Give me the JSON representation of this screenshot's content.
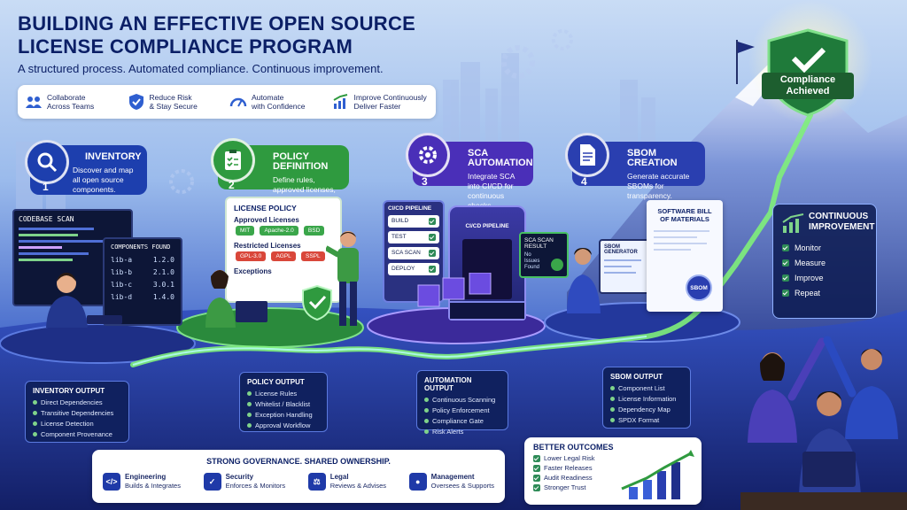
{
  "header": {
    "title": "BUILDING AN EFFECTIVE OPEN SOURCE LICENSE COMPLIANCE PROGRAM",
    "subtitle": "A structured process. Automated compliance. Continuous improvement."
  },
  "pillars": [
    {
      "icon": "team-icon",
      "line1": "Collaborate",
      "line2": "Across Teams"
    },
    {
      "icon": "shield-icon",
      "line1": "Reduce Risk",
      "line2": "& Stay Secure"
    },
    {
      "icon": "gauge-icon",
      "line1": "Automate",
      "line2": "with Confidence"
    },
    {
      "icon": "growth-chart-icon",
      "line1": "Improve Continuously",
      "line2": "Deliver Faster"
    }
  ],
  "steps": [
    {
      "num": "1",
      "title": "INVENTORY",
      "desc": "Discover and map all open source components.",
      "color": "#1d3fae",
      "icon": "magnifier-icon"
    },
    {
      "num": "2",
      "title": "POLICY DEFINITION",
      "desc": "Define rules, approved licenses, and exceptions.",
      "color": "#2f9a3f",
      "icon": "clipboard-icon"
    },
    {
      "num": "3",
      "title": "SCA AUTOMATION",
      "desc": "Integrate SCA into CI/CD for continuous checks.",
      "color": "#4a2fb8",
      "icon": "gear-icon"
    },
    {
      "num": "4",
      "title": "SBOM CREATION",
      "desc": "Generate accurate SBOMs for transparency.",
      "color": "#2a3fb0",
      "icon": "document-icon"
    }
  ],
  "codebase": {
    "title": "CODEBASE SCAN"
  },
  "components": {
    "title": "COMPONENTS FOUND",
    "rows": [
      {
        "name": "lib-a",
        "ver": "1.2.0"
      },
      {
        "name": "lib-b",
        "ver": "2.1.0"
      },
      {
        "name": "lib-c",
        "ver": "3.0.1"
      },
      {
        "name": "lib-d",
        "ver": "1.4.0"
      }
    ]
  },
  "policy_board": {
    "title": "LICENSE POLICY",
    "approved_label": "Approved Licenses",
    "approved": [
      "MIT",
      "Apache-2.0",
      "BSD"
    ],
    "restricted_label": "Restricted Licenses",
    "restricted": [
      "GPL-3.0",
      "AGPL",
      "SSPL"
    ],
    "exceptions_label": "Exceptions"
  },
  "pipeline": {
    "title": "CI/CD PIPELINE",
    "stages": [
      "BUILD",
      "TEST",
      "SCA SCAN",
      "DEPLOY"
    ],
    "machine_label": "CI/CD PIPELINE",
    "scan_title": "SCA SCAN",
    "scan_result": "RESULT",
    "scan_status": "No Issues Found"
  },
  "sbom": {
    "generator_title": "SBOM GENERATOR",
    "scroll_title": "SOFTWARE BILL OF MATERIALS",
    "seal": "SBOM"
  },
  "outputs": [
    {
      "title": "INVENTORY OUTPUT",
      "items": [
        "Direct Dependencies",
        "Transitive Dependencies",
        "License Detection",
        "Component Provenance"
      ]
    },
    {
      "title": "POLICY OUTPUT",
      "items": [
        "License Rules",
        "Whitelist / Blacklist",
        "Exception Handling",
        "Approval Workflow"
      ]
    },
    {
      "title": "AUTOMATION OUTPUT",
      "items": [
        "Continuous Scanning",
        "Policy Enforcement",
        "Compliance Gate",
        "Risk Alerts"
      ]
    },
    {
      "title": "SBOM OUTPUT",
      "items": [
        "Component List",
        "License Information",
        "Dependency Map",
        "SPDX Format"
      ]
    }
  ],
  "continuous": {
    "title": "CONTINUOUS IMPROVEMENT",
    "items": [
      "Monitor",
      "Measure",
      "Improve",
      "Repeat"
    ]
  },
  "achievement": {
    "line1": "Compliance",
    "line2": "Achieved"
  },
  "governance": {
    "title": "STRONG GOVERNANCE. SHARED OWNERSHIP.",
    "roles": [
      {
        "icon": "code-icon",
        "name": "Engineering",
        "desc": "Builds & Integrates"
      },
      {
        "icon": "shield-icon",
        "name": "Security",
        "desc": "Enforces & Monitors"
      },
      {
        "icon": "gavel-icon",
        "name": "Legal",
        "desc": "Reviews & Advises"
      },
      {
        "icon": "people-icon",
        "name": "Management",
        "desc": "Oversees & Supports"
      }
    ]
  },
  "outcomes": {
    "title": "BETTER OUTCOMES",
    "items": [
      "Lower Legal Risk",
      "Faster Releases",
      "Audit Readiness",
      "Stronger Trust"
    ]
  },
  "colors": {
    "navy": "#0b1f66",
    "green": "#2f9a3f",
    "purple": "#4a2fb8",
    "blue": "#1d3fae",
    "gold": "#f4c542"
  }
}
